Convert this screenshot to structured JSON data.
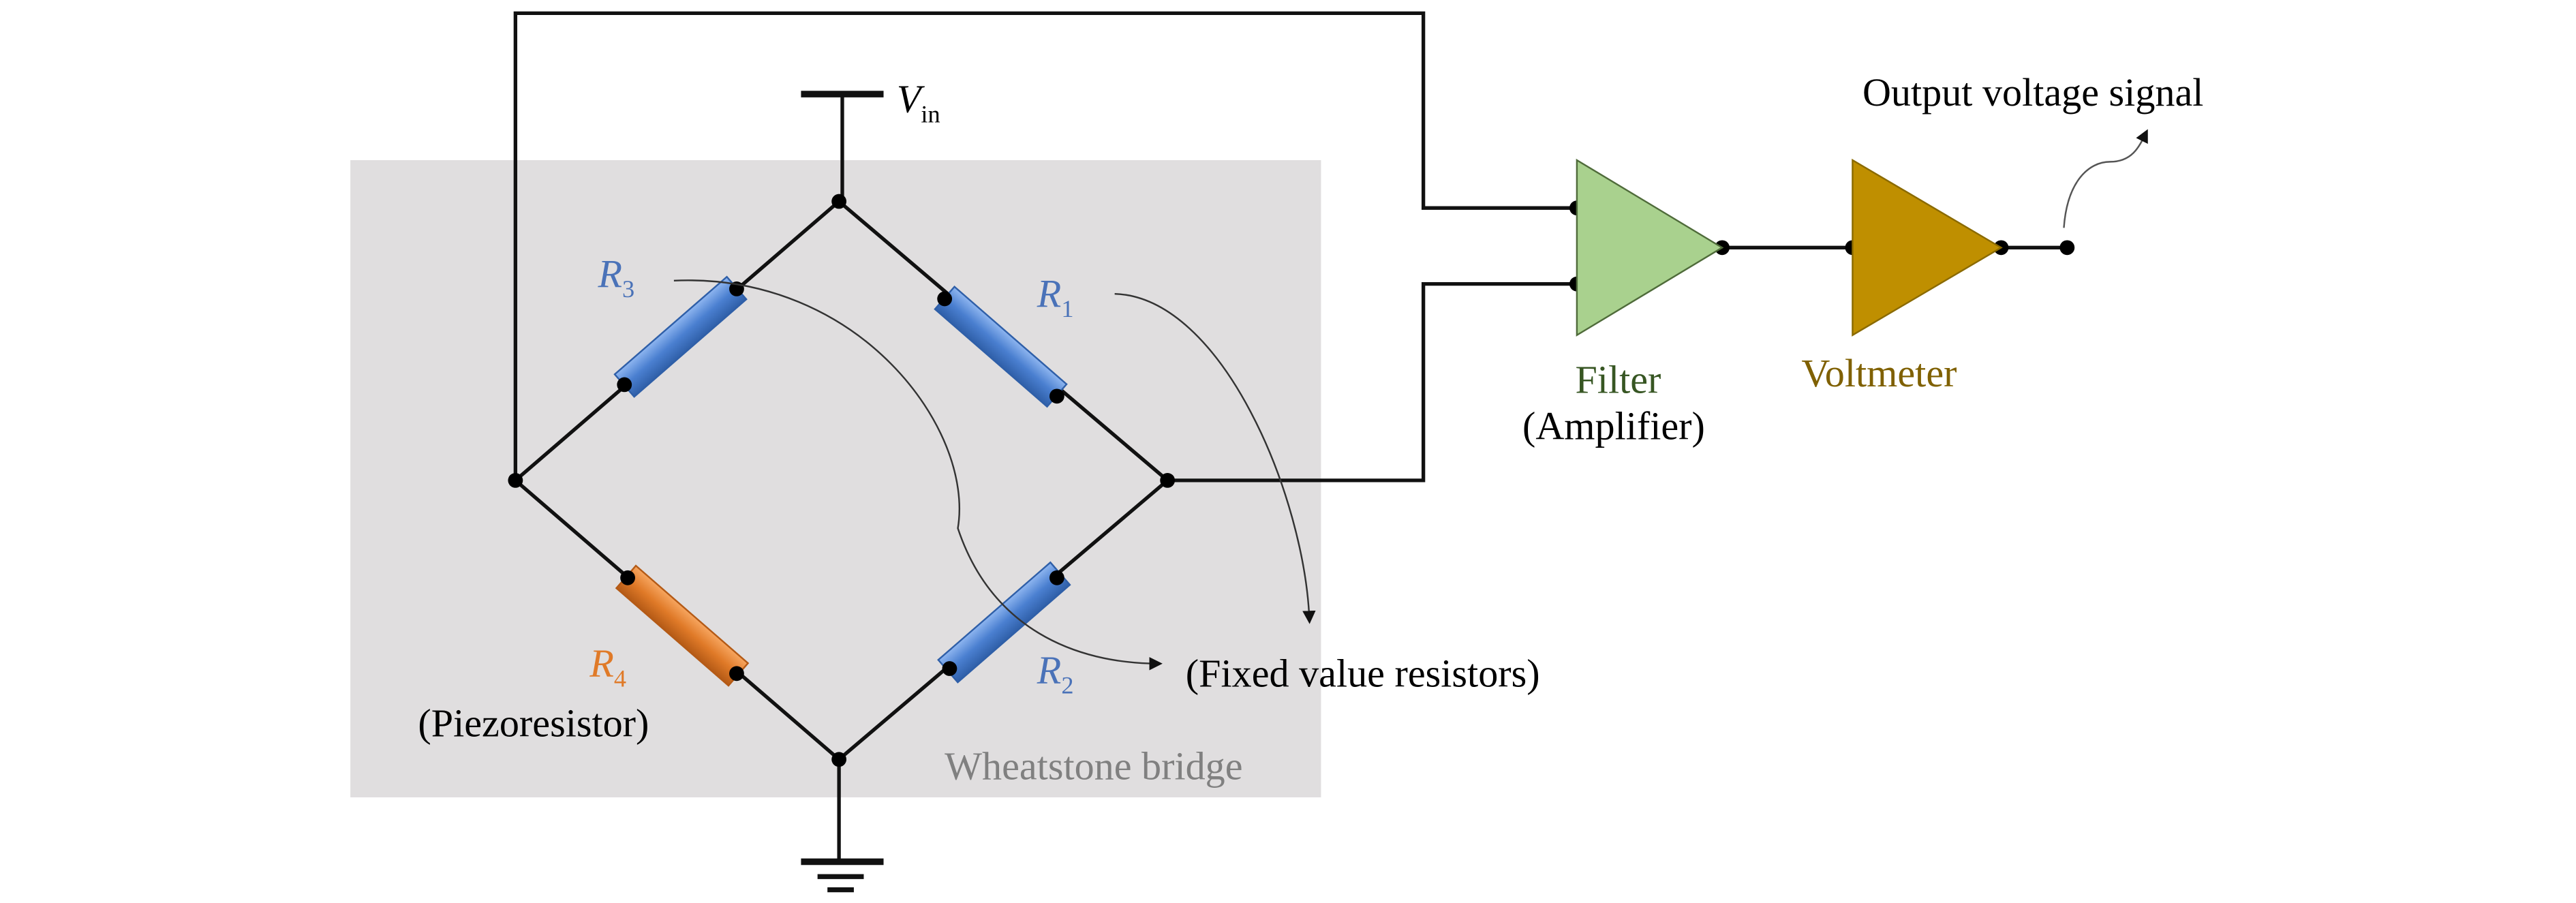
{
  "labels": {
    "vin_main": "V",
    "vin_sub": "in",
    "r1_main": "R",
    "r1_sub": "1",
    "r2_main": "R",
    "r2_sub": "2",
    "r3_main": "R",
    "r3_sub": "3",
    "r4_main": "R",
    "r4_sub": "4",
    "piezo": "(Piezoresistor)",
    "fixed": "(Fixed value resistors)",
    "bridge": "Wheatstone bridge",
    "filter": "Filter",
    "amplifier": "(Amplifier)",
    "voltmeter": "Voltmeter",
    "output": "Output voltage signal"
  },
  "colors": {
    "bridge_bg": "#e0dedf",
    "fixed_resistor": "#4a7fd0",
    "piezoresistor": "#e07a28",
    "filter_fill": "#a9d18e",
    "filter_text": "#375623",
    "voltmeter_fill": "#bf8f00",
    "voltmeter_text": "#7f6000",
    "bridge_text": "#808080"
  }
}
